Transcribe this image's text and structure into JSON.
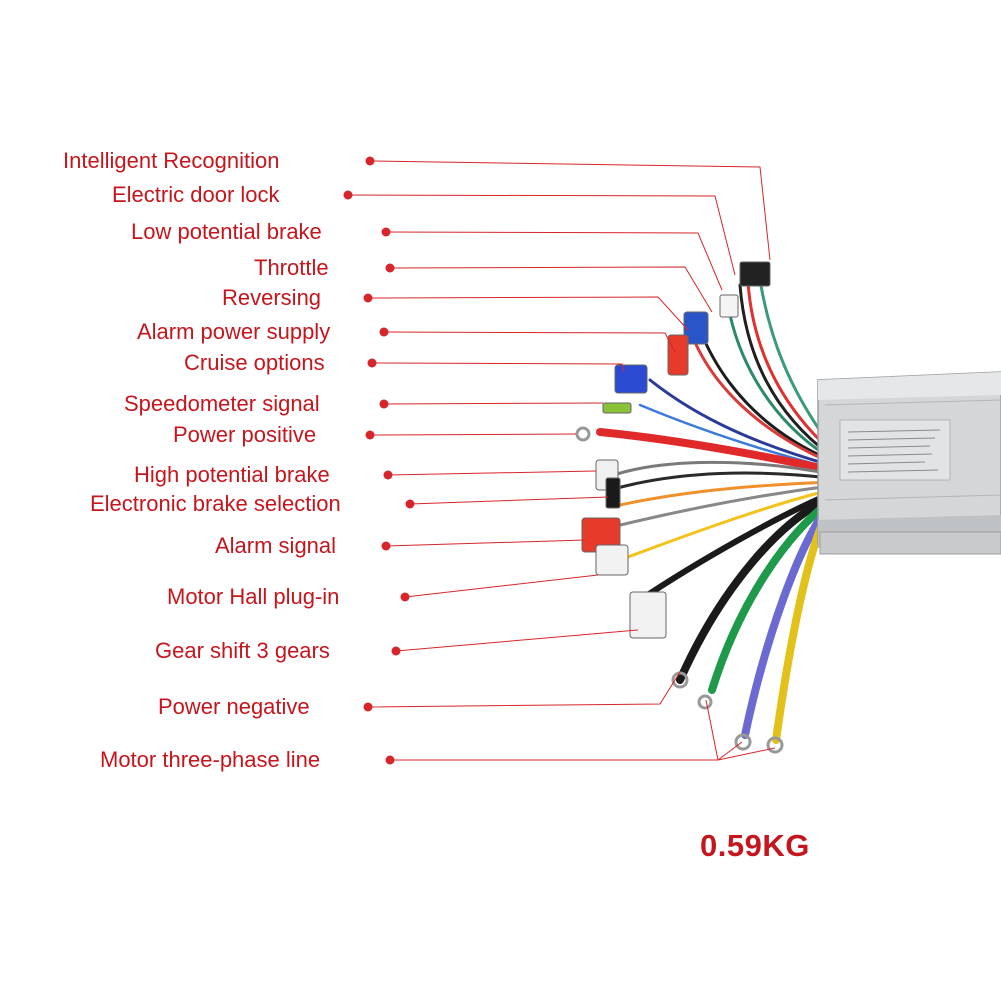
{
  "colors": {
    "label": "#c4161c",
    "leader": "#d7262b",
    "housing": "#d4d6d8"
  },
  "labels": [
    {
      "id": "intelligent-recognition",
      "text": "Intelligent Recognition"
    },
    {
      "id": "electric-door-lock",
      "text": "Electric door lock"
    },
    {
      "id": "low-potential-brake",
      "text": "Low potential brake"
    },
    {
      "id": "throttle",
      "text": "Throttle"
    },
    {
      "id": "reversing",
      "text": "Reversing"
    },
    {
      "id": "alarm-power-supply",
      "text": "Alarm power supply"
    },
    {
      "id": "cruise-options",
      "text": "Cruise options"
    },
    {
      "id": "speedometer-signal",
      "text": "Speedometer signal"
    },
    {
      "id": "power-positive",
      "text": "Power positive"
    },
    {
      "id": "high-potential-brake",
      "text": "High potential brake"
    },
    {
      "id": "electronic-brake-selection",
      "text": "Electronic brake selection"
    },
    {
      "id": "alarm-signal",
      "text": "Alarm signal"
    },
    {
      "id": "motor-hall-plug-in",
      "text": "Motor Hall plug-in"
    },
    {
      "id": "gear-shift-3-gears",
      "text": "Gear shift 3 gears"
    },
    {
      "id": "power-negative",
      "text": "Power negative"
    },
    {
      "id": "motor-three-phase-line",
      "text": "Motor three-phase line"
    }
  ],
  "weight": "0.59KG"
}
